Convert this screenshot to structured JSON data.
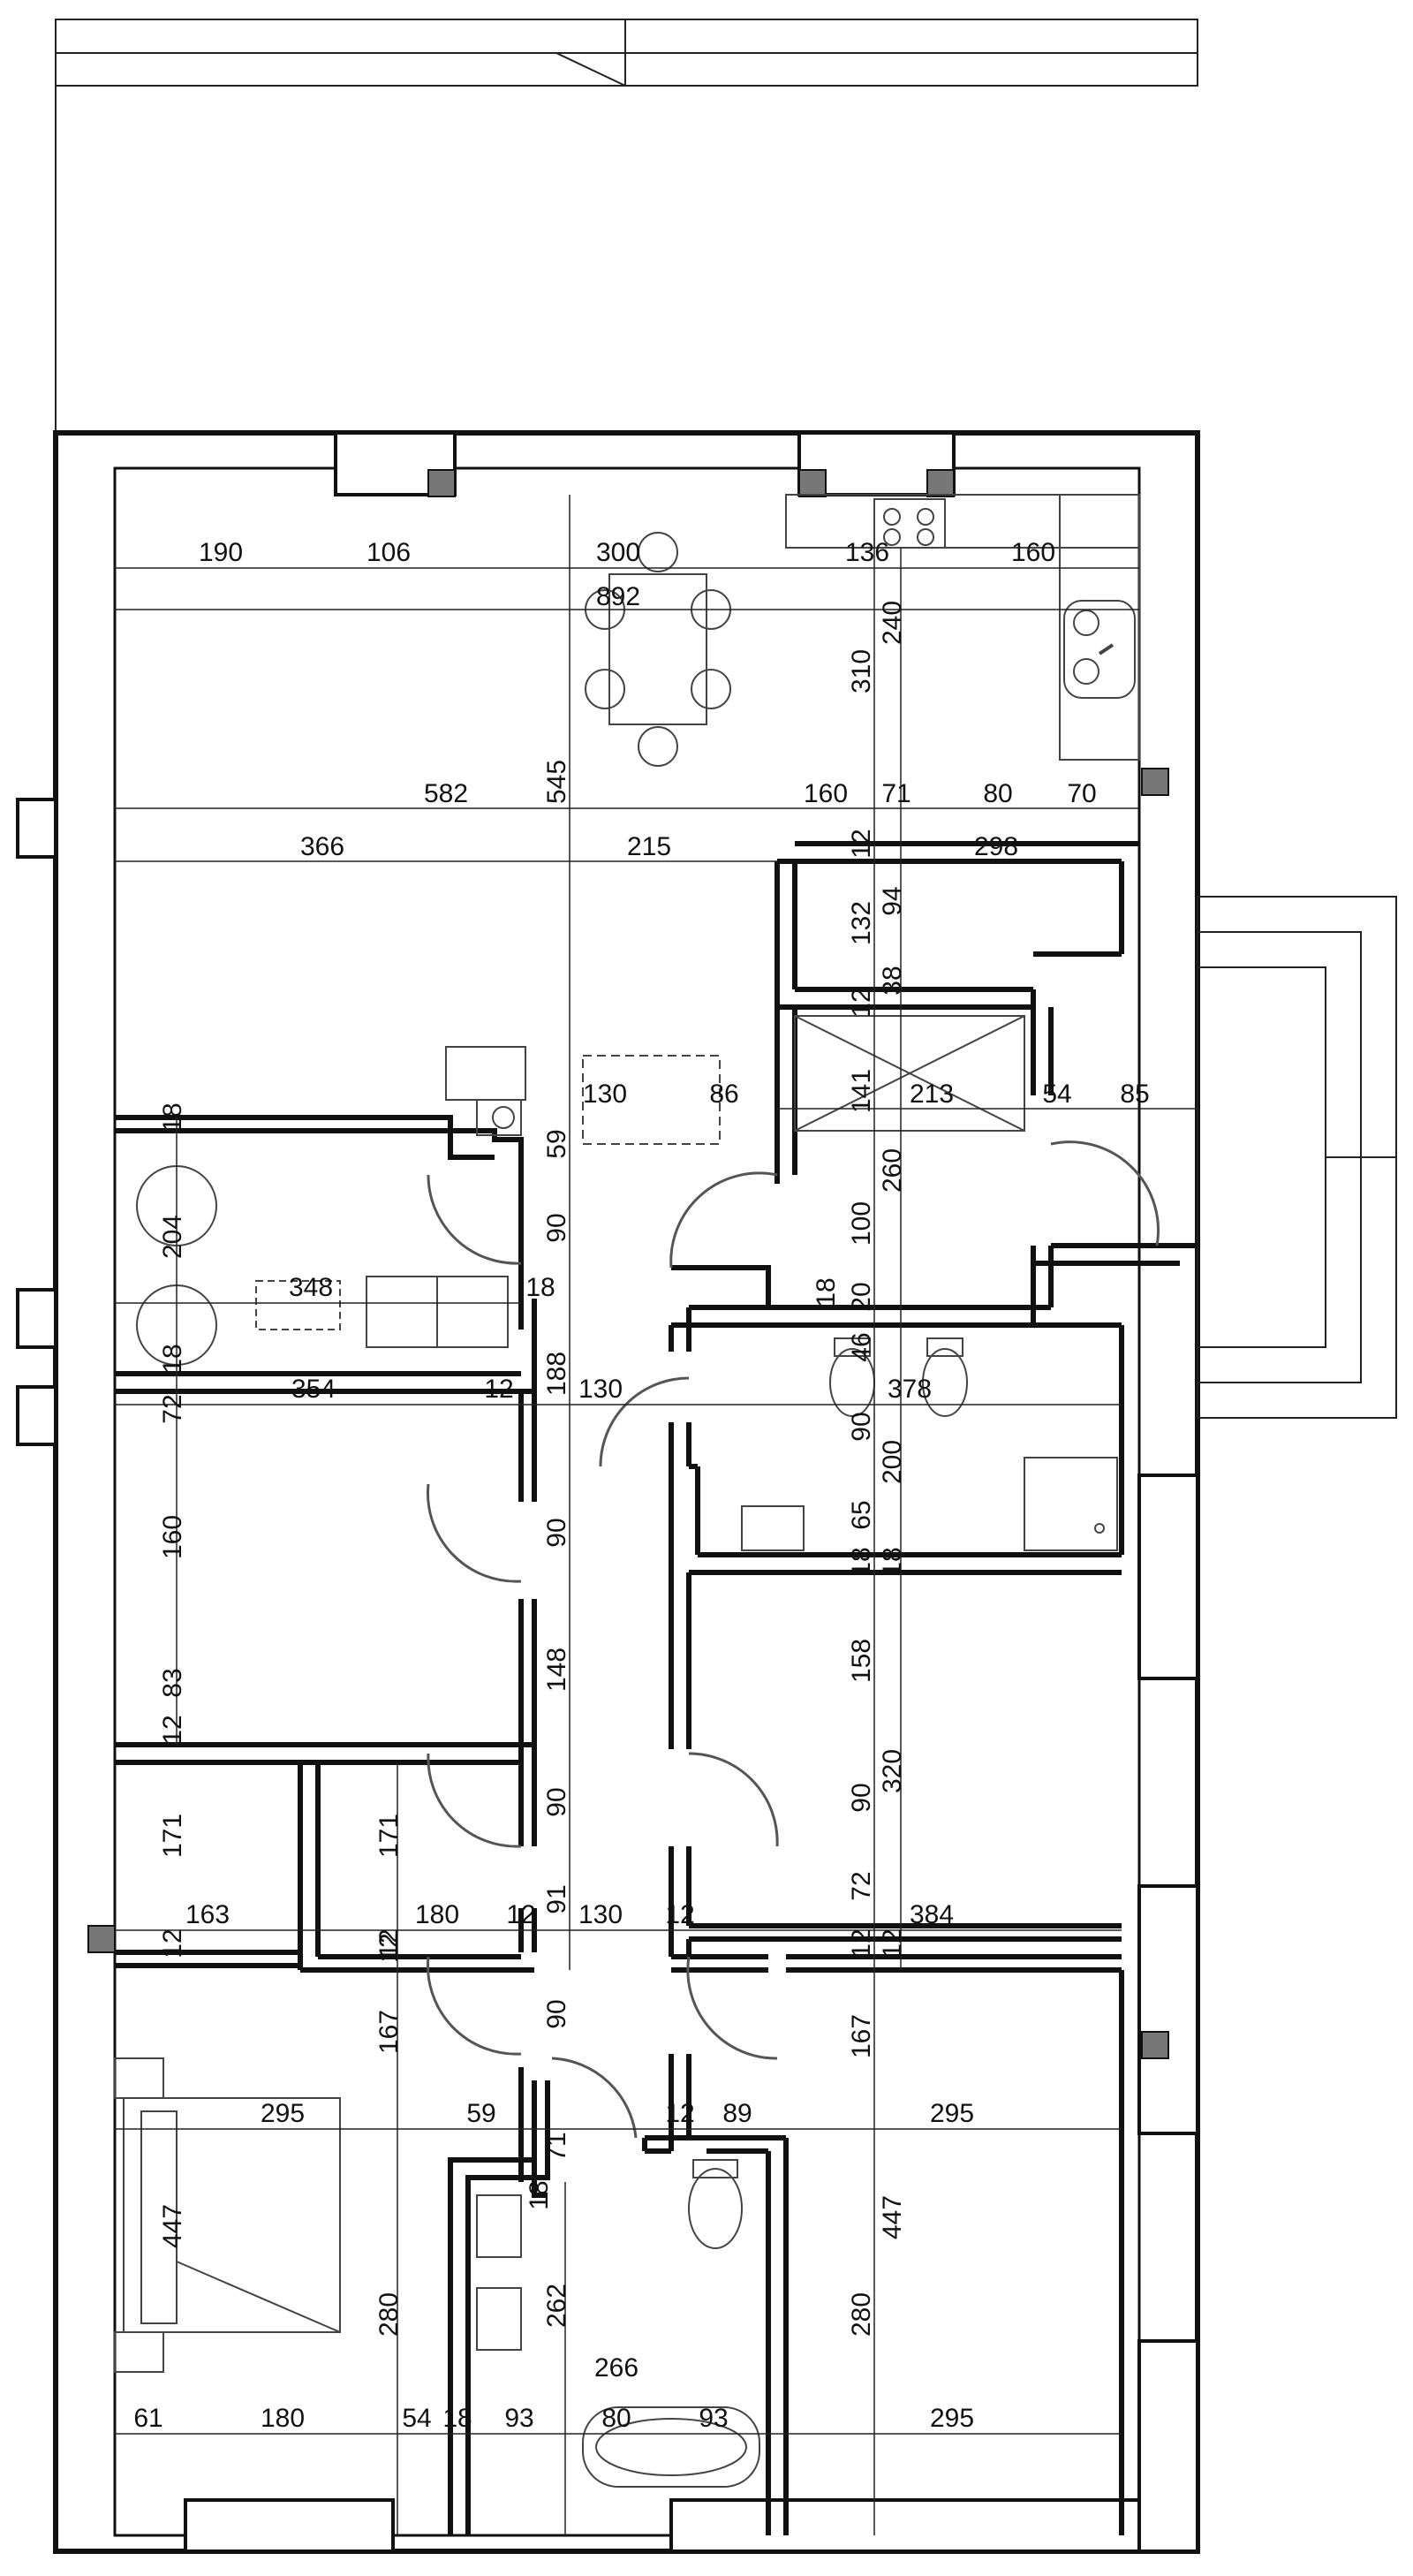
{
  "colors": {
    "wall": "#111111",
    "line": "#222222",
    "door_arc": "#555555",
    "background": "#ffffff",
    "fixture": "#444444"
  },
  "dimensions": {
    "top_row": [
      "190",
      "106",
      "300",
      "136",
      "160"
    ],
    "overall_width": "892",
    "kitchen": [
      "310",
      "240"
    ],
    "living_height": "545",
    "row_582": [
      "582",
      "160",
      "71",
      "80",
      "70"
    ],
    "row_366": [
      "366",
      "215",
      "298"
    ],
    "small_room": [
      "12",
      "132",
      "94",
      "12",
      "38"
    ],
    "hall_row": [
      "130",
      "86",
      "141",
      "213",
      "54",
      "85"
    ],
    "hall_vertical": [
      "59",
      "90",
      "260",
      "100",
      "18",
      "20"
    ],
    "laundry": [
      "18",
      "204",
      "348",
      "18",
      "18"
    ],
    "bedroom_row": [
      "354",
      "12",
      "188",
      "130",
      "72",
      "160",
      "83"
    ],
    "bath_top": [
      "46",
      "378",
      "90",
      "200",
      "65",
      "18",
      "18"
    ],
    "corridor": [
      "90",
      "148",
      "90",
      "91",
      "130",
      "12",
      "12"
    ],
    "room_158": [
      "158",
      "320",
      "90",
      "72",
      "384",
      "12",
      "12"
    ],
    "closets": [
      "12",
      "171",
      "171",
      "163",
      "180",
      "12"
    ],
    "bottom_left": [
      "12",
      "12",
      "167",
      "90",
      "295",
      "59",
      "71",
      "447",
      "18",
      "262",
      "280"
    ],
    "bottom_right": [
      "12",
      "89",
      "167",
      "295",
      "447",
      "280"
    ],
    "bath_bottom": [
      "266"
    ],
    "bottom_row": [
      "61",
      "180",
      "54",
      "18",
      "93",
      "80",
      "93",
      "295"
    ]
  }
}
